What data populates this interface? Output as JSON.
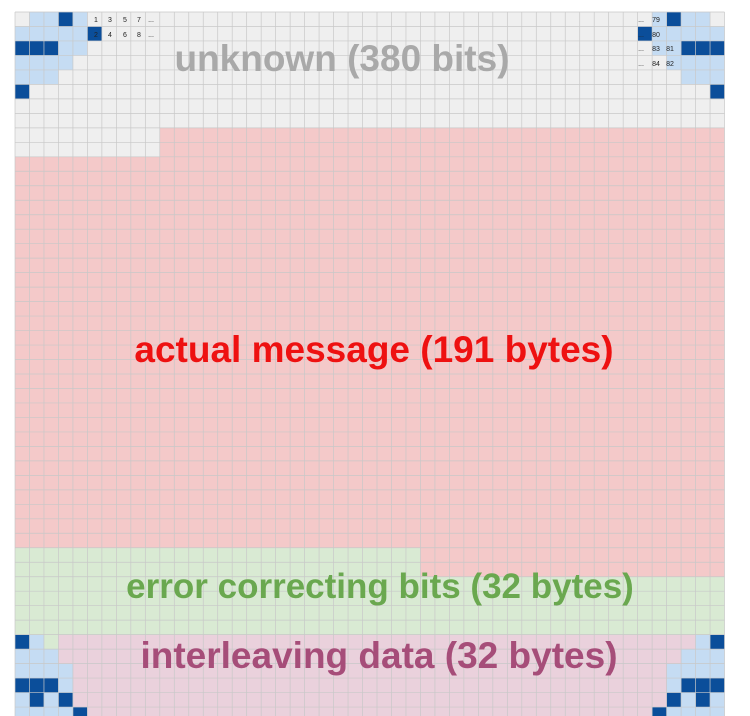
{
  "colors": {
    "unknown": "#efefef",
    "message": "#f4c9c9",
    "ecc": "#d9ead3",
    "interleave": "#ead1dc",
    "grid_line": "#c8c8c8",
    "finder_dark": "#0b4e9a",
    "finder_light": "#c5dcf3",
    "label_unknown": "#a9a9a9",
    "label_message": "#ee1111",
    "label_ecc": "#6aa84f",
    "label_interleave": "#a64d79"
  },
  "regions": {
    "unknown_label": "unknown (380 bits)",
    "message_label": "actual message (191 bytes)",
    "ecc_label": "error correcting bits (32 bytes)",
    "interleave_label": "interleaving data (32 bytes)"
  },
  "bit_numbers": {
    "left_row1": [
      "1",
      "3",
      "5",
      "7",
      "..."
    ],
    "left_row2": [
      "2",
      "4",
      "6",
      "8",
      "..."
    ],
    "right_row1": [
      "...",
      "79"
    ],
    "right_row2": [
      "...",
      "80"
    ],
    "right_row3": [
      "...",
      "83",
      "81"
    ],
    "right_row4": [
      "...",
      "84",
      "82"
    ]
  }
}
